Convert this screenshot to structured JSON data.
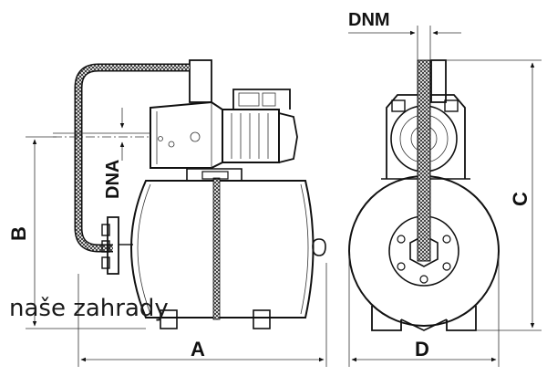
{
  "labels": {
    "dnm": "DNM",
    "dna": "DNA",
    "a": "A",
    "b": "B",
    "c": "C",
    "d": "D"
  },
  "watermark": "naše zahrady",
  "colors": {
    "line": "#111111",
    "background": "#ffffff"
  }
}
